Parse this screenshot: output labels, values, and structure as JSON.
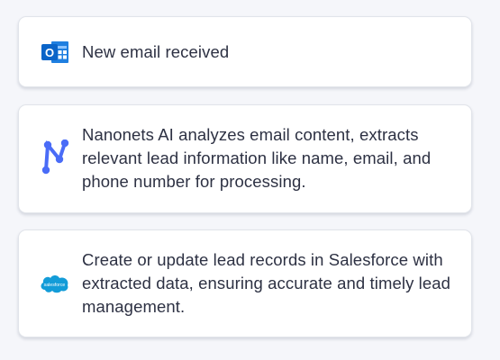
{
  "steps": [
    {
      "icon": "outlook-icon",
      "text": "New email received"
    },
    {
      "icon": "nanonets-icon",
      "text": "Nanonets AI analyzes email content, extracts relevant lead information like name, email, and phone number for processing."
    },
    {
      "icon": "salesforce-icon",
      "text": "Create or update lead records in Salesforce with extracted data, ensuring accurate and timely lead management."
    }
  ],
  "colors": {
    "outlook": "#0a64c8",
    "nanonets": "#4a6cf7",
    "salesforce": "#139cd8",
    "text": "#2d3143",
    "background": "#f5f6fa"
  }
}
